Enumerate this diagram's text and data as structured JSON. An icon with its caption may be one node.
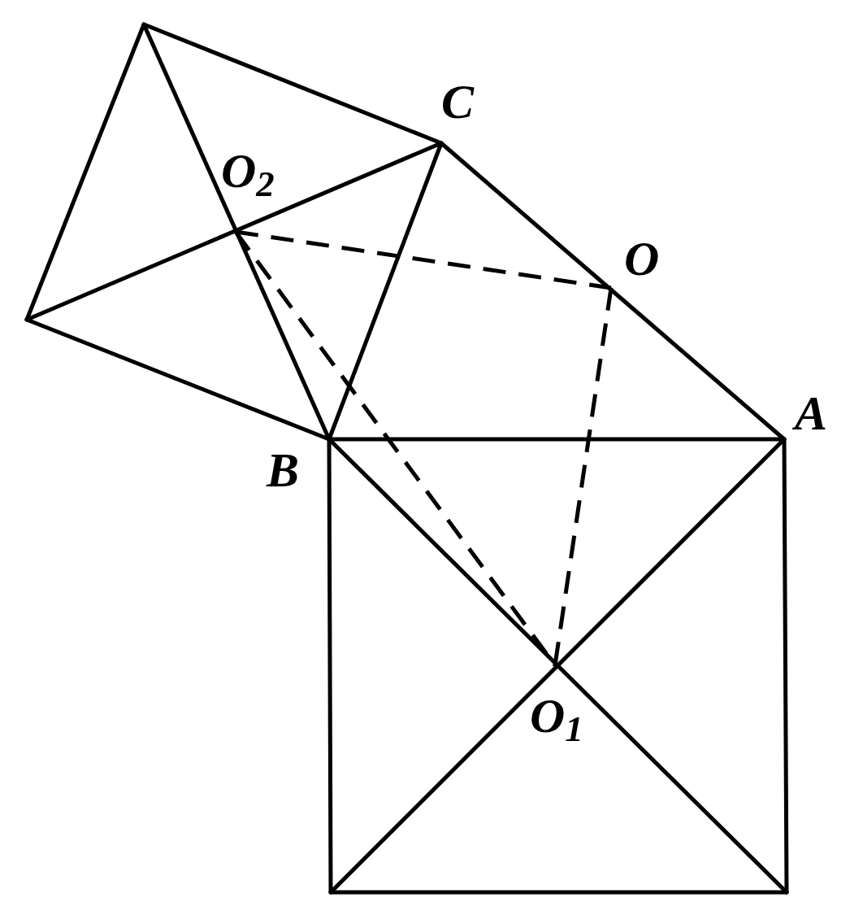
{
  "diagram": {
    "labels": [
      "C",
      "O$_{2}$",
      "O",
      "A",
      "B",
      "O$_{1}$"
    ]
  }
}
